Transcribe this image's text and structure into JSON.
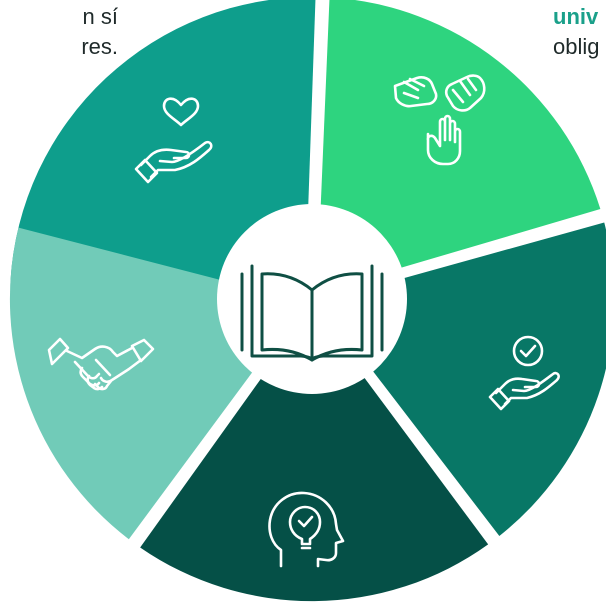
{
  "text_left": {
    "line1": "n sí",
    "line2": "res."
  },
  "text_right": {
    "line1": "univ",
    "line2": "oblig"
  },
  "colors": {
    "accent_text": "#1aa08a",
    "body_text": "#1f2a2a",
    "icon_stroke": "#ffffff",
    "center_icon_stroke": "#0f4f44",
    "segment_top_left": "#0e9e8c",
    "segment_top_right": "#2ed47f",
    "segment_right": "#087766",
    "segment_bottom": "#055047",
    "segment_left": "#71cbb8"
  },
  "segments": [
    {
      "id": "top-left",
      "icon": "heart-in-hand-icon"
    },
    {
      "id": "top-right",
      "icon": "hands-together-icon"
    },
    {
      "id": "right",
      "icon": "check-in-hand-icon"
    },
    {
      "id": "bottom",
      "icon": "head-lightbulb-icon"
    },
    {
      "id": "left",
      "icon": "handshake-icon"
    }
  ],
  "center": {
    "icon": "open-book-icon"
  }
}
